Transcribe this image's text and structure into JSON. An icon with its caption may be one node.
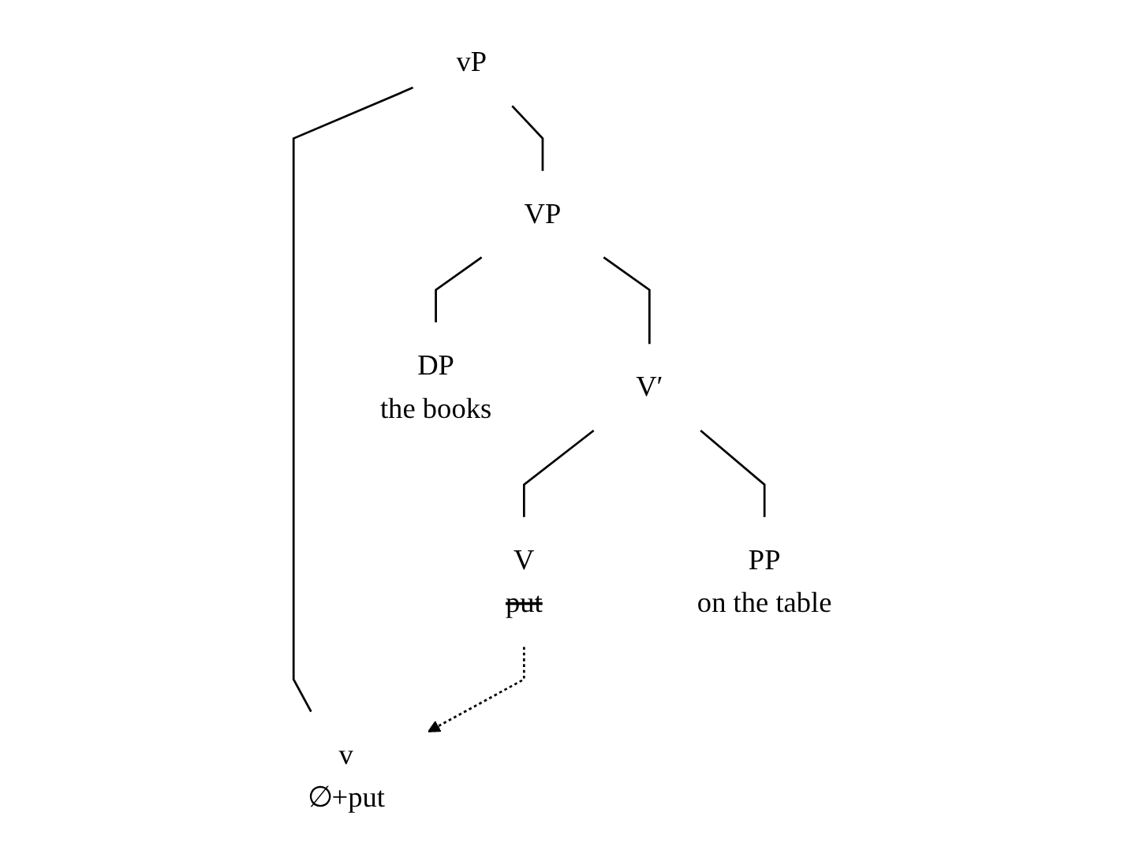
{
  "diagram": {
    "nodes": [
      {
        "text": [
          "vP"
        ]
      },
      {
        "text": [
          "v",
          "∅+put"
        ]
      },
      {
        "text": [
          "VP"
        ]
      },
      {
        "text": [
          "DP",
          "the books"
        ]
      },
      {
        "text": [
          "V′"
        ]
      },
      {
        "text": [
          "V",
          "put"
        ]
      },
      {
        "text": [
          "PP",
          "on the table"
        ]
      }
    ],
    "edges": [
      {
        "from": 0,
        "to": 1,
        "arrow": "none"
      },
      {
        "from": 0,
        "to": 2,
        "arrow": "none"
      },
      {
        "from": 2,
        "to": 3,
        "arrow": "none"
      },
      {
        "from": 2,
        "to": 4,
        "arrow": "none"
      },
      {
        "from": 4,
        "to": 5,
        "arrow": "none"
      },
      {
        "from": 4,
        "to": 6,
        "arrow": "none"
      },
      {
        "from": 5,
        "to": 1,
        "arrow": "to",
        "style": "dashed"
      }
    ]
  }
}
